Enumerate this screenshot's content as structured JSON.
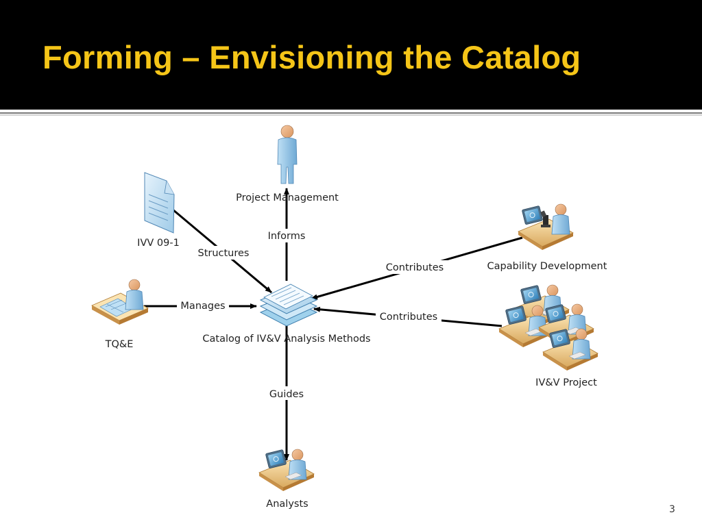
{
  "slide": {
    "title": "Forming – Envisioning the Catalog",
    "page_number": "3",
    "title_color": "#f5c518"
  },
  "diagram": {
    "center": {
      "label": "Catalog of IV&V Analysis Methods",
      "icon": "document-stack-icon"
    },
    "nodes": {
      "project_management": {
        "label": "Project Management",
        "icon": "person-icon"
      },
      "ivv_09_1": {
        "label": "IVV 09-1",
        "icon": "document-icon"
      },
      "tqe": {
        "label": "TQ&E",
        "icon": "engineer-workstation-icon"
      },
      "capability_development": {
        "label": "Capability Development",
        "icon": "scientist-microscope-icon"
      },
      "ivv_project": {
        "label": "IV&V Project",
        "icon": "team-workstations-icon"
      },
      "analysts": {
        "label": "Analysts",
        "icon": "analyst-workstation-icon"
      }
    },
    "edges": {
      "informs": "Informs",
      "structures": "Structures",
      "manages": "Manages",
      "contributes_capability": "Contributes",
      "contributes_project": "Contributes",
      "guides": "Guides"
    }
  }
}
